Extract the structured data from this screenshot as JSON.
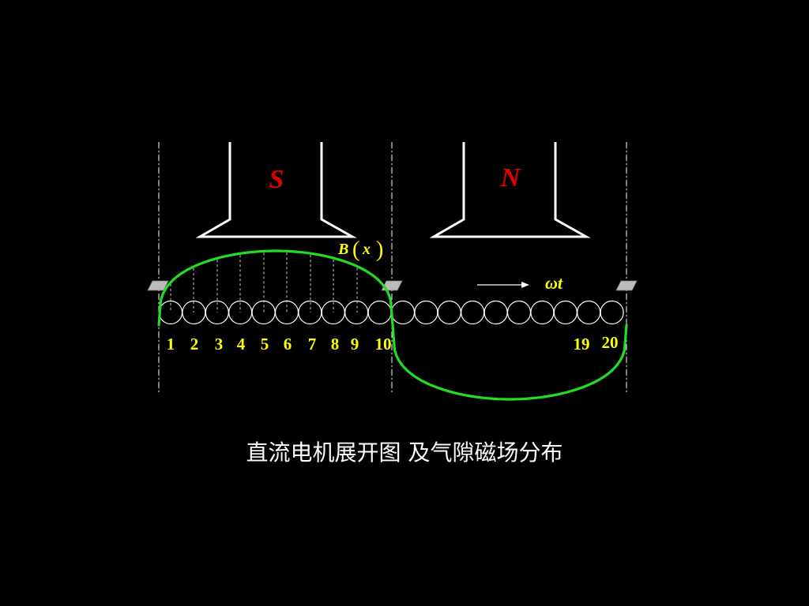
{
  "diagram": {
    "poles": [
      {
        "label": "S",
        "color": "#e00000"
      },
      {
        "label": "N",
        "color": "#e00000"
      }
    ],
    "flux_label": {
      "B": "B",
      "open_paren": "(",
      "x": "x",
      "close_paren": ")"
    },
    "rotation_label": "ωt",
    "conductor_count": 20,
    "conductor_numbers": [
      "1",
      "2",
      "3",
      "4",
      "5",
      "6",
      "7",
      "8",
      "9",
      "10",
      "19",
      "20"
    ],
    "colors": {
      "background": "#000000",
      "pole_outline": "#ffffff",
      "flux_curve": "#22dd22",
      "number_text": "#ffff00",
      "brush": "#bbbbbb",
      "caption": "#ffffff"
    }
  },
  "caption": "直流电机展开图 及气隙磁场分布"
}
